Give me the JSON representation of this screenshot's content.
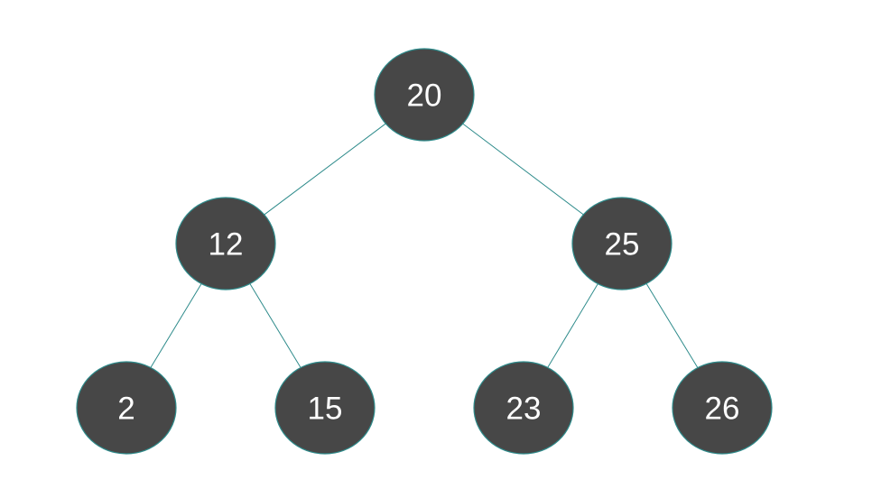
{
  "diagram": {
    "type": "binary-tree",
    "colors": {
      "node_fill": "#474747",
      "node_stroke": "#2e8b8b",
      "edge": "#2e8b8b",
      "text": "#ffffff",
      "background": "#ffffff"
    },
    "nodes": [
      {
        "id": "n20",
        "label": "20"
      },
      {
        "id": "n12",
        "label": "12"
      },
      {
        "id": "n25",
        "label": "25"
      },
      {
        "id": "n2",
        "label": "2"
      },
      {
        "id": "n15",
        "label": "15"
      },
      {
        "id": "n23",
        "label": "23"
      },
      {
        "id": "n26",
        "label": "26"
      }
    ],
    "edges": [
      {
        "from": "n20",
        "to": "n12"
      },
      {
        "from": "n20",
        "to": "n25"
      },
      {
        "from": "n12",
        "to": "n2"
      },
      {
        "from": "n12",
        "to": "n15"
      },
      {
        "from": "n25",
        "to": "n23"
      },
      {
        "from": "n25",
        "to": "n26"
      }
    ]
  }
}
